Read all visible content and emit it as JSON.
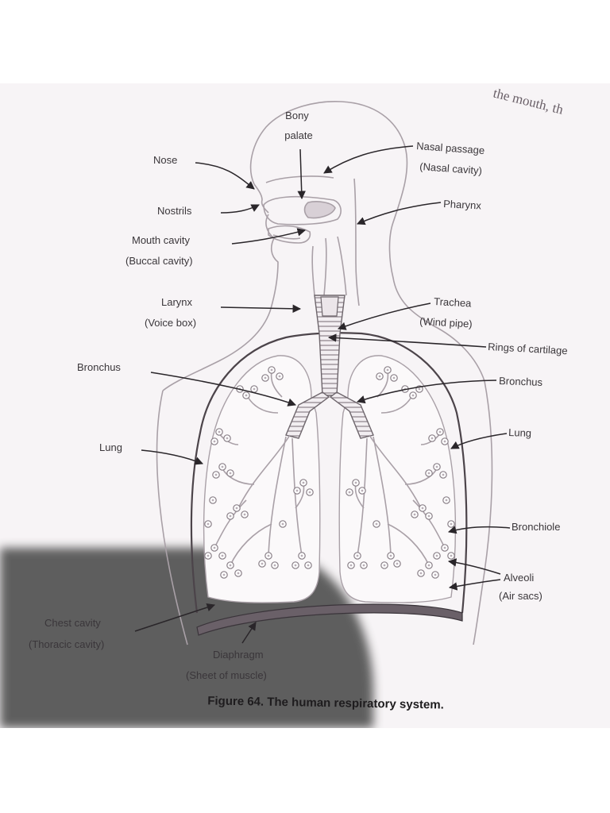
{
  "figure": {
    "caption": "Figure 64. The human respiratory system.",
    "corner_text": "the mouth, th"
  },
  "labels": {
    "bony_palate_1": "Bony",
    "bony_palate_2": "palate",
    "nose": "Nose",
    "nostrils": "Nostrils",
    "mouth_cavity_1": "Mouth cavity",
    "mouth_cavity_2": "(Buccal cavity)",
    "larynx_1": "Larynx",
    "larynx_2": "(Voice box)",
    "bronchus_left": "Bronchus",
    "lung_left": "Lung",
    "chest_cavity_1": "Chest cavity",
    "chest_cavity_2": "(Thoracic cavity)",
    "diaphragm_1": "Diaphragm",
    "diaphragm_2": "(Sheet of muscle)",
    "nasal_passage_1": "Nasal passage",
    "nasal_passage_2": "(Nasal cavity)",
    "pharynx": "Pharynx",
    "trachea_1": "Trachea",
    "trachea_2": "(Wind pipe)",
    "rings_of_cartilage": "Rings of cartilage",
    "bronchus_right": "Bronchus",
    "lung_right": "Lung",
    "bronchiole": "Bronchiole",
    "alveoli_1": "Alveoli",
    "alveoli_2": "(Air sacs)"
  }
}
